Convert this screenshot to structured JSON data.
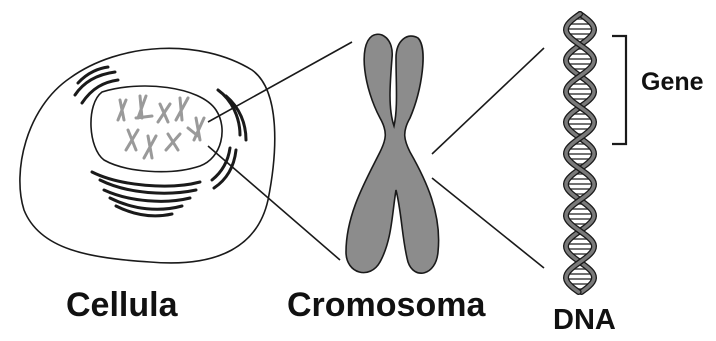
{
  "labels": {
    "cell": "Cellula",
    "chromosome": "Cromosoma",
    "dna": "DNA",
    "gene": "Gene"
  },
  "colors": {
    "outline": "#1a1a1a",
    "chromosome_fill": "#8c8c8c",
    "small_chromosomes": "#9a9a9a",
    "dna_strand": "#7a7a7a",
    "dna_rungs": "#444444"
  }
}
